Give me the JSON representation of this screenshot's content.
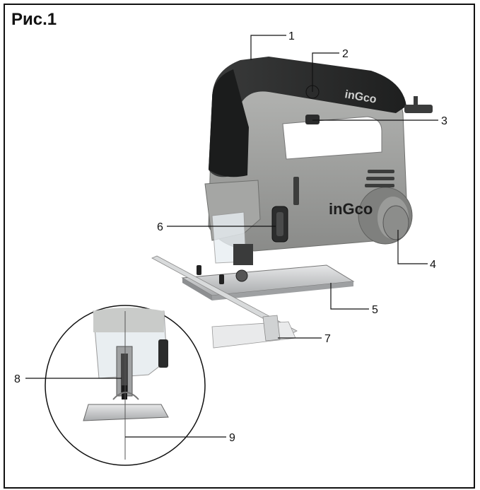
{
  "figure": {
    "title": "Рис.1",
    "brand": "INGCO",
    "brand_display": "inGco"
  },
  "callouts": [
    {
      "number": "1"
    },
    {
      "number": "2"
    },
    {
      "number": "3"
    },
    {
      "number": "4"
    },
    {
      "number": "5"
    },
    {
      "number": "6"
    },
    {
      "number": "7"
    },
    {
      "number": "8"
    },
    {
      "number": "9"
    }
  ],
  "colors": {
    "body_gray": "#9c9d9b",
    "dark_handle": "#2a2b2b",
    "steel": "#c9cbcc",
    "line": "#111111"
  }
}
